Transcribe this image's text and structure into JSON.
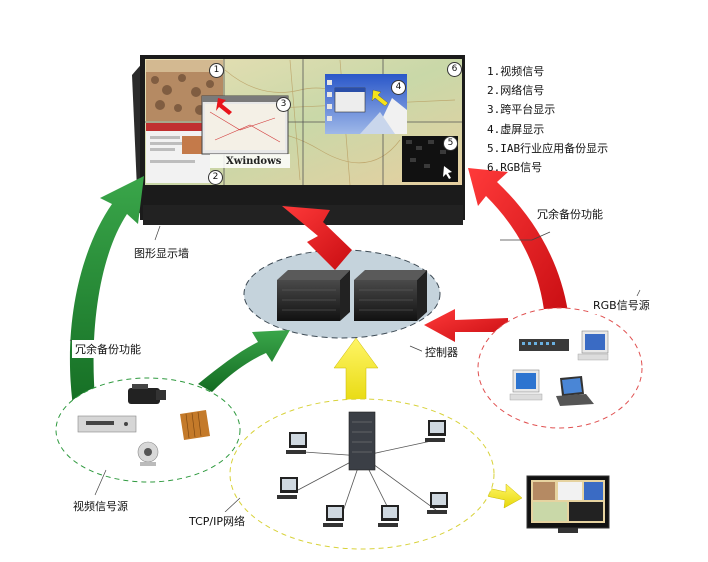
{
  "legend": [
    "1.视频信号",
    "2.网络信号",
    "3.跨平台显示",
    "4.虚屏显示",
    "5.IAB行业应用备份显示",
    "6.RGB信号"
  ],
  "wall": {
    "label": "图形显示墙",
    "panel_numbers": [
      "1",
      "2",
      "3",
      "4",
      "5",
      "6"
    ],
    "xwindows_text": "Xwindows"
  },
  "labels": {
    "redundancy_left": "冗余备份功能",
    "redundancy_right": "冗余备份功能",
    "controller": "控制器",
    "rgb_source": "RGB信号源",
    "video_source": "视频信号源",
    "tcpip": "TCP/IP网络"
  },
  "colors": {
    "green_arrow": "#1f8a2e",
    "red_arrow": "#e8141b",
    "yellow_arrow": "#f5ec1c",
    "controller_fill": "#c5d3dc",
    "green_dash": "#2f9a3f",
    "red_dash": "#e05050",
    "yellow_dash": "#d8d23a"
  }
}
